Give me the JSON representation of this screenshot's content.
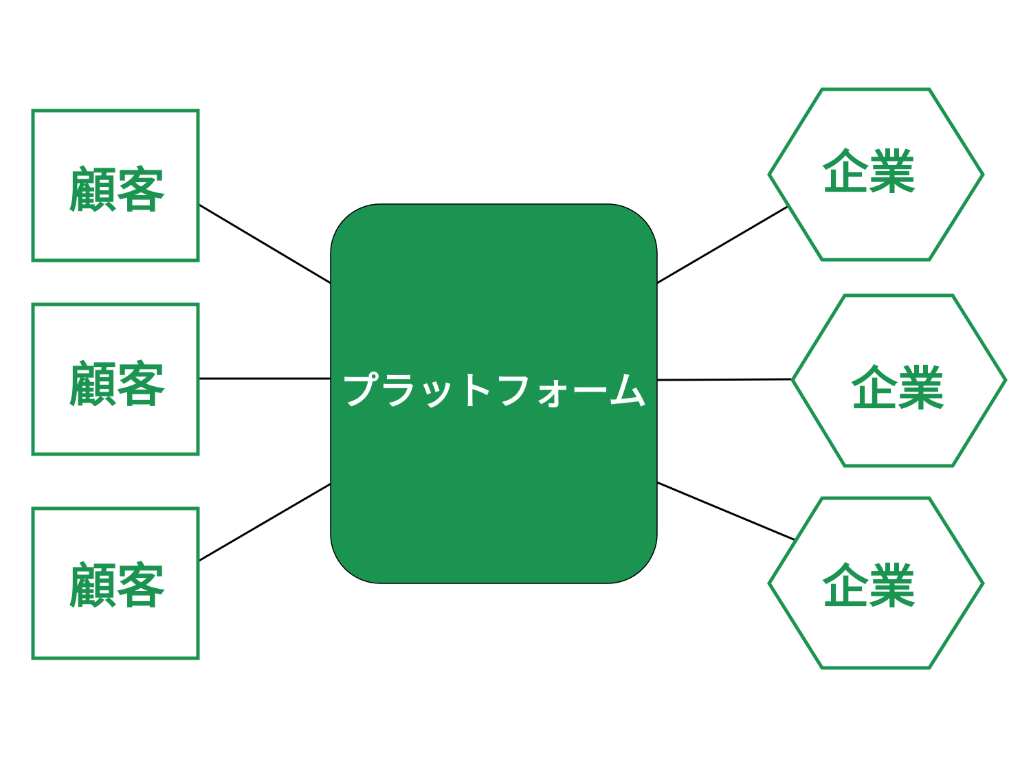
{
  "colors": {
    "green": "#1a9450",
    "line": "#000000",
    "platform_text": "#ffffff",
    "background": "#ffffff"
  },
  "platform": {
    "label": "プラットフォーム"
  },
  "customers": [
    {
      "label": "顧客"
    },
    {
      "label": "顧客"
    },
    {
      "label": "顧客"
    }
  ],
  "companies": [
    {
      "label": "企業"
    },
    {
      "label": "企業"
    },
    {
      "label": "企業"
    }
  ]
}
